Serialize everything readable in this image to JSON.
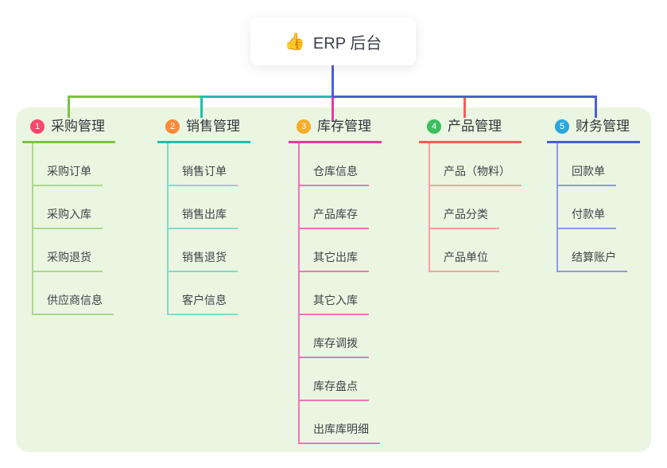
{
  "root": {
    "icon": "👍",
    "label": "ERP 后台"
  },
  "board_color": "#eaf6e1",
  "root_connector_color": "#4a5ed5",
  "branches": [
    {
      "num": "1",
      "title": "采购管理",
      "color": "#7cc144",
      "light": "#aad88d",
      "badge": "#f8486e",
      "children": [
        "采购订单",
        "采购入库",
        "采购退货",
        "供应商信息"
      ]
    },
    {
      "num": "2",
      "title": "销售管理",
      "color": "#24bcab",
      "light": "#84d9ce",
      "badge": "#fb8a3a",
      "children": [
        "销售订单",
        "销售出库",
        "销售退货",
        "客户信息"
      ]
    },
    {
      "num": "3",
      "title": "库存管理",
      "color": "#e13c9d",
      "light": "#ef74ba",
      "badge": "#f8ab27",
      "children": [
        "仓库信息",
        "产品库存",
        "其它出库",
        "其它入库",
        "库存调拨",
        "库存盘点",
        "出库库明细"
      ]
    },
    {
      "num": "4",
      "title": "产品管理",
      "color": "#f95b57",
      "light": "#f9a19d",
      "badge": "#3cbe5c",
      "children": [
        "产品（物料）",
        "产品分类",
        "产品单位"
      ]
    },
    {
      "num": "5",
      "title": "财务管理",
      "color": "#4a5ed5",
      "light": "#8c9be3",
      "badge": "#29a8e0",
      "children": [
        "回款单",
        "付款单",
        "结算账户"
      ]
    }
  ]
}
